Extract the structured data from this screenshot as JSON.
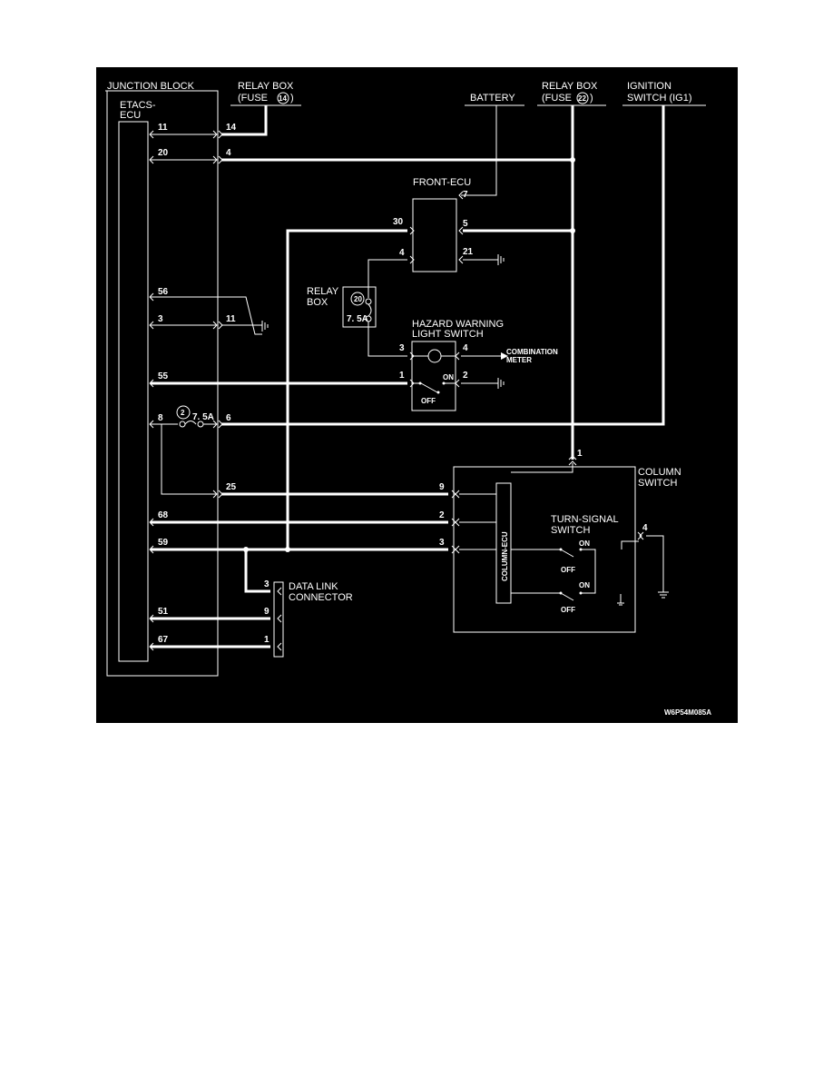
{
  "labels": {
    "junction_block": "JUNCTION BLOCK",
    "etacs_1": "ETACS-",
    "etacs_2": "ECU",
    "relay_box14_1": "RELAY BOX",
    "relay_box14_2": "(FUSE",
    "fuse14": "14",
    "battery": "BATTERY",
    "relay_box22_1": "RELAY BOX",
    "relay_box22_2": "(FUSE",
    "fuse22": "22",
    "ignition_1": "IGNITION",
    "ignition_2": "SWITCH (IG1)",
    "front_ecu": "FRONT-ECU",
    "relay_box_1": "RELAY",
    "relay_box_2": "BOX",
    "relay20": "20",
    "relay20_amp": "7. 5A",
    "hazard_1": "HAZARD WARNING",
    "hazard_2": "LIGHT SWITCH",
    "combination_1": "COMBINATION",
    "combination_2": "METER",
    "fuse2": "2",
    "fuse2_amp": "7. 5A",
    "column_1": "COLUMN",
    "column_2": "SWITCH",
    "turn_1": "TURN-SIGNAL",
    "turn_2": "SWITCH",
    "column_ecu": "COLUMN-ECU",
    "dlc_1": "DATA LINK",
    "dlc_2": "CONNECTOR",
    "on": "ON",
    "off": "OFF",
    "diagram_code": "W6P54M085A"
  },
  "pins": {
    "e11": "11",
    "e20": "20",
    "e56": "56",
    "e3": "3",
    "e55": "55",
    "e8": "8",
    "e68": "68",
    "e59": "59",
    "e51": "51",
    "e67": "67",
    "j14": "14",
    "j4": "4",
    "j11": "11",
    "j6": "6",
    "j25": "25",
    "f30": "30",
    "f4": "4",
    "f7": "7",
    "f5": "5",
    "f21": "21",
    "h3": "3",
    "h4": "4",
    "h1": "1",
    "h2": "2",
    "c1": "1",
    "c9": "9",
    "c2": "2",
    "c3": "3",
    "c4": "4",
    "d3": "3",
    "d9": "9",
    "d1": "1"
  }
}
